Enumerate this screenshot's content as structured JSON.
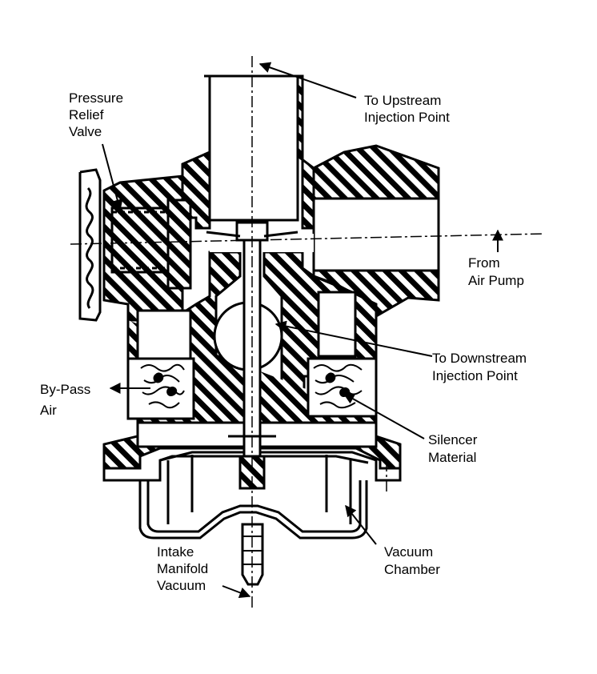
{
  "labels": {
    "pressure_relief_1": "Pressure",
    "pressure_relief_2": "Relief",
    "pressure_relief_3": "Valve",
    "upstream_1": "To Upstream",
    "upstream_2": "Injection Point",
    "air_pump_1": "From",
    "air_pump_2": "Air Pump",
    "downstream_1": "To Downstream",
    "downstream_2": "Injection Point",
    "bypass_1": "By-Pass",
    "bypass_2": "Air",
    "silencer_1": "Silencer",
    "silencer_2": "Material",
    "intake_1": "Intake",
    "intake_2": "Manifold",
    "intake_3": "Vacuum",
    "vacuum_chamber_1": "Vacuum",
    "vacuum_chamber_2": "Chamber"
  },
  "colors": {
    "ink": "#000000",
    "paper": "#ffffff"
  }
}
